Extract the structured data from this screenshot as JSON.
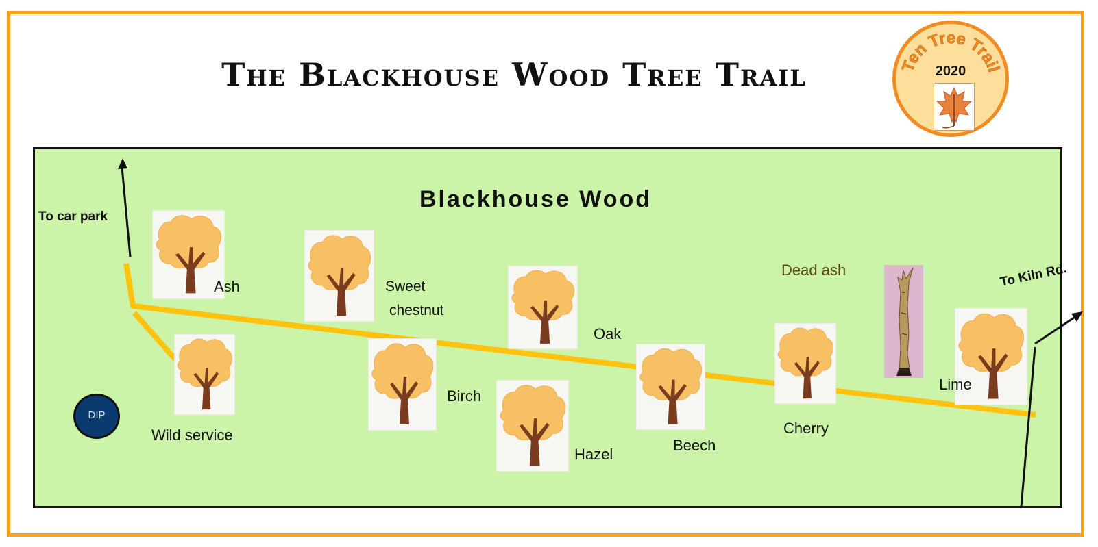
{
  "title": "The Blackhouse Wood Tree Trail",
  "badge": {
    "arc_text": "Ten Tree Trail",
    "year": "2020"
  },
  "wood_name": "Blackhouse Wood",
  "exits": {
    "car_park": "To car park",
    "kiln_road": "To  Kiln Rd."
  },
  "dip": "DIP",
  "trees": {
    "ash": "Ash",
    "sweet_chestnut_line1": "Sweet",
    "sweet_chestnut_line2": "chestnut",
    "wild_service": "Wild service",
    "oak": "Oak",
    "birch": "Birch",
    "hazel": "Hazel",
    "beech": "Beech",
    "cherry": "Cherry",
    "dead_ash": "Dead ash",
    "lime": "Lime"
  },
  "icons": {
    "tree": "tree-icon",
    "dead_tree": "dead-tree-icon",
    "leaf": "leaf-icon",
    "arrow": "arrow-icon"
  },
  "colors": {
    "frame": "#f7a11d",
    "wood": "#ccf4a8",
    "path": "#ffc20e",
    "badge_fill": "#fdde9b",
    "badge_ring": "#f28c22",
    "dip": "#0b3a6e",
    "foliage": "#f7c064",
    "trunk": "#7a3b1e"
  }
}
